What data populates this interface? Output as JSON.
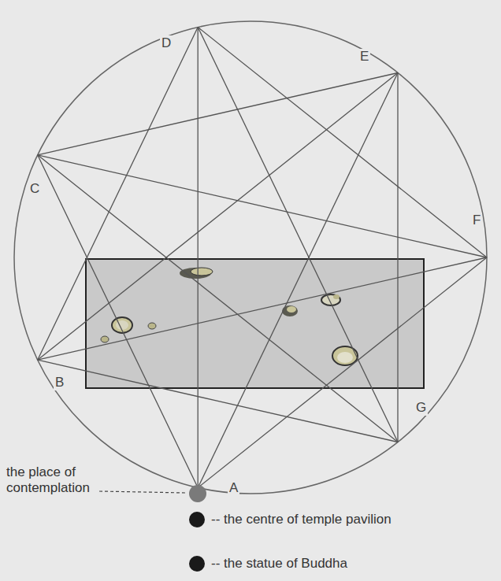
{
  "diagram": {
    "labels": [
      "D",
      "E",
      "C",
      "F",
      "B",
      "G",
      "A",
      "the place of contemplation"
    ],
    "legend": [
      {
        "text": "-- the centre of temple pavilion",
        "color": "#1a1a1a"
      },
      {
        "text": "-- the statue of Buddha",
        "color": "#1a1a1a"
      }
    ]
  }
}
